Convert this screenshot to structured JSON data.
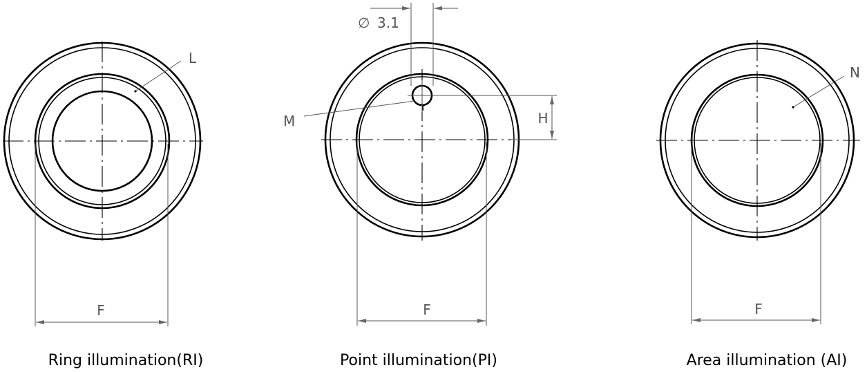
{
  "views": {
    "ring": {
      "caption": "Ring illumination(RI)",
      "callout": "L",
      "dimension_width": "F"
    },
    "point": {
      "caption": "Point illumination(PI)",
      "callout": "M",
      "dimension_width": "F",
      "dimension_height": "H",
      "hole_diameter": "3.1",
      "diameter_symbol": "∅"
    },
    "area": {
      "caption": "Area illumination (AI)",
      "callout": "N",
      "dimension_width": "F"
    }
  },
  "colors": {
    "line": "#000000",
    "dimension": "#555555"
  }
}
